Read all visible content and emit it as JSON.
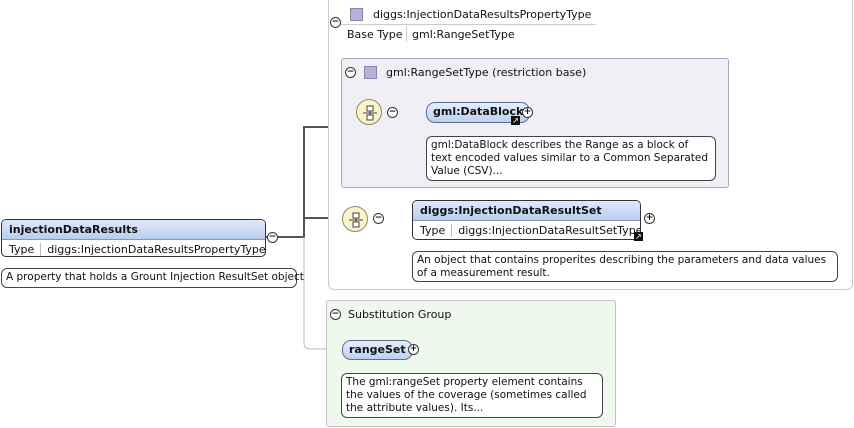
{
  "root": {
    "name": "injectionDataResults",
    "type_key": "Type",
    "type_value": "diggs:InjectionDataResultsPropertyType",
    "note": "A property that holds a Grount Injection ResultSet object",
    "toggle": "−"
  },
  "type_panel": {
    "toggle": "−",
    "title": "diggs:InjectionDataResultsPropertyType",
    "base_key": "Base Type",
    "base_value": "gml:RangeSetType"
  },
  "base_panel": {
    "toggle": "−",
    "title": "gml:RangeSetType (restriction base)",
    "node": "gml:DataBlock",
    "node_toggle": "−",
    "node_expand": "+",
    "note": "gml:DataBlock describes the Range as a block of text encoded values similar to a Common Separated Value (CSV)..."
  },
  "result_set": {
    "toggle": "−",
    "name": "diggs:InjectionDataResultSet",
    "type_key": "Type",
    "type_value": "diggs:InjectionDataResultSetType",
    "expand": "+",
    "note": "An object that contains properites describing the parameters and data values of a measurement result."
  },
  "substitution": {
    "toggle": "−",
    "title": "Substitution Group",
    "node": "rangeSet",
    "expand": "+",
    "note": "The gml:rangeSet property element contains the values of the coverage (sometimes called the attribute values). Its..."
  },
  "colors": {
    "node_fill": "#bcd0f0",
    "sequence_fill": "#fbf4c9",
    "base_panel_fill": "#f1eff6",
    "substitution_fill": "#eef8ec"
  }
}
